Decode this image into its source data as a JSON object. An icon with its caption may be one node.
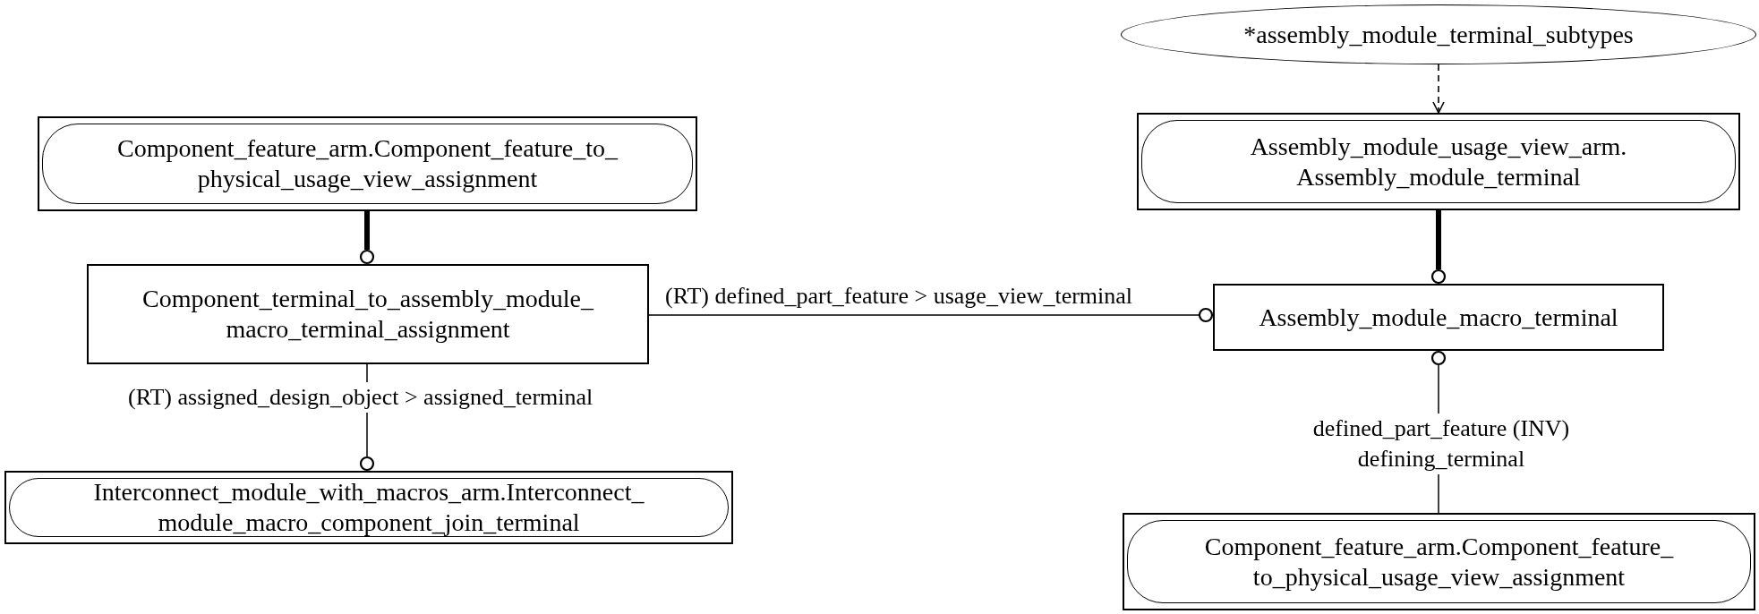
{
  "diagram": {
    "nodes": [
      {
        "text": [
          "*assembly_module_terminal_subtypes"
        ]
      },
      {
        "text": [
          "Assembly_module_usage_view_arm. Assembly_module_terminal"
        ]
      },
      {
        "text": [
          "Component_feature_arm.Component_feature_to_ physical_usage_view_assignment"
        ]
      },
      {
        "text": [
          "Component_terminal_to_assembly_module_ macro_terminal_assignment"
        ]
      },
      {
        "text": [
          "Assembly_module_macro_terminal"
        ]
      },
      {
        "text": [
          "Interconnect_module_with_macros_arm.Interconnect_ module_macro_component_join_terminal"
        ]
      },
      {
        "text": [
          "Component_feature_arm.Component_feature_ to_physical_usage_view_assignment"
        ]
      }
    ],
    "edges": [
      {
        "from": 0,
        "to": 1,
        "arrow": "to",
        "style": "dashed"
      },
      {
        "from": 2,
        "to": 3,
        "arrow": "other",
        "style": "thick"
      },
      {
        "from": 1,
        "to": 4,
        "arrow": "other",
        "style": "thick"
      },
      {
        "from": 3,
        "to": 4,
        "arrow": "other",
        "label": "(RT) defined_part_feature > usage_view_terminal"
      },
      {
        "from": 3,
        "to": 5,
        "arrow": "other",
        "label": "(RT) assigned_design_object > assigned_terminal"
      },
      {
        "from": 6,
        "to": 4,
        "arrow": "other",
        "label": "defined_part_feature (INV) defining_terminal"
      }
    ]
  }
}
